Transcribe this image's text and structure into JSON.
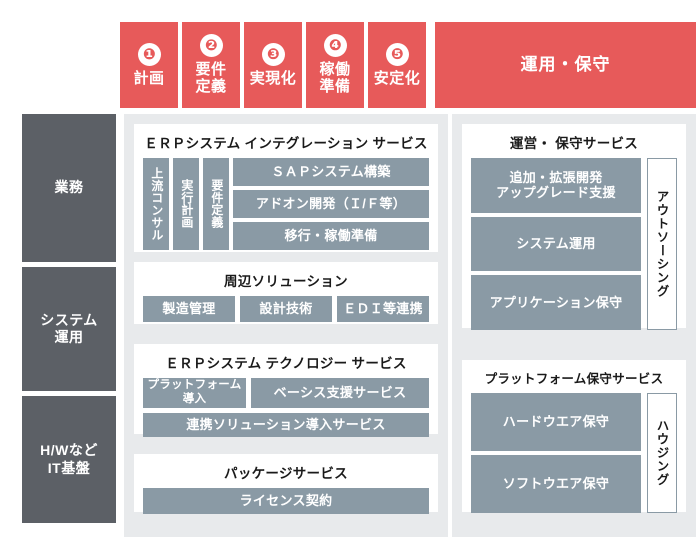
{
  "header": {
    "steps": [
      {
        "number": "❶",
        "label": "計画"
      },
      {
        "number": "❷",
        "label": "要件\n定義"
      },
      {
        "number": "❸",
        "label": "実現化"
      },
      {
        "number": "❹",
        "label": "稼働\n準備"
      },
      {
        "number": "❺",
        "label": "安定化"
      }
    ],
    "operations_label": "運用・保守",
    "accent_color": "#e75a5a"
  },
  "sidebar": {
    "items": [
      {
        "label": "業務"
      },
      {
        "label": "システム\n運用"
      },
      {
        "label": "H/Wなど\nIT基盤"
      }
    ],
    "color": "#5c6066"
  },
  "left_column": {
    "groups": [
      {
        "title": "ＥＲＰシステム インテグレーション サービス",
        "vertical_chips": [
          "上流コンサル",
          "実行計画",
          "要件定義"
        ],
        "chips": [
          "ＳＡＰシステム構築",
          "アドオン開発（Ｉ/Ｆ等）",
          "移行・稼働準備"
        ]
      },
      {
        "title": "周辺ソリューション",
        "chips": [
          "製造管理",
          "設計技術",
          "ＥＤＩ等連携"
        ]
      },
      {
        "title": "ＥＲＰシステム テクノロジー サービス",
        "chips": [
          "プラットフォーム\n導入",
          "ベーシス支援サービス",
          "連携ソリューション導入サービス"
        ]
      },
      {
        "title": "パッケージサービス",
        "chips": [
          "ライセンス契約"
        ]
      }
    ]
  },
  "right_column": {
    "groups": [
      {
        "title": "運営・ 保守サービス",
        "chips": [
          "追加・拡張開発\nアップグレード支援",
          "システム運用",
          "アプリケーション保守"
        ],
        "side_label": "アウトソーシング"
      },
      {
        "title": "プラットフォーム保守サービス",
        "chips": [
          "ハードウエア保守",
          "ソフトウエア保守"
        ],
        "side_label": "ハウジング"
      }
    ]
  },
  "colors": {
    "panel_bg": "#e8eaec",
    "chip": "#8a9aa5",
    "card": "#ffffff"
  }
}
